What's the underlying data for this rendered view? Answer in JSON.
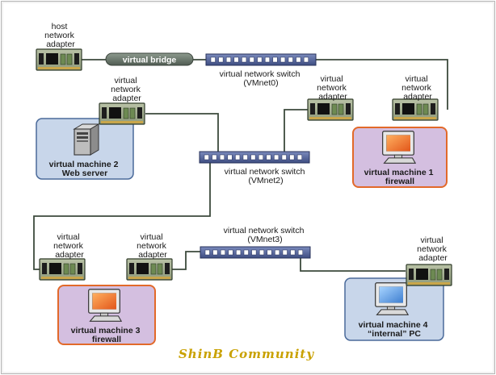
{
  "nodes": {
    "host_adapter": {
      "label": [
        "host",
        "network",
        "adapter"
      ]
    },
    "bridge": {
      "label": "virtual bridge"
    },
    "switch0": {
      "label": [
        "virtual network switch",
        "(VMnet0)"
      ]
    },
    "vm2_adapter": {
      "label": [
        "virtual",
        "network",
        "adapter"
      ]
    },
    "vm2": {
      "label": [
        "virtual machine 2",
        "Web server"
      ]
    },
    "vm1_adapter_a": {
      "label": [
        "virtual",
        "network",
        "adapter"
      ]
    },
    "vm1_adapter_b": {
      "label": [
        "virtual",
        "network",
        "adapter"
      ]
    },
    "vm1": {
      "label": [
        "virtual machine 1",
        "firewall"
      ]
    },
    "switch2": {
      "label": [
        "virtual network switch",
        "(VMnet2)"
      ]
    },
    "vm3_adapter_a": {
      "label": [
        "virtual",
        "network",
        "adapter"
      ]
    },
    "vm3_adapter_b": {
      "label": [
        "virtual",
        "network",
        "adapter"
      ]
    },
    "vm3": {
      "label": [
        "virtual machine 3",
        "firewall"
      ]
    },
    "switch3": {
      "label": [
        "virtual network switch",
        "(VMnet3)"
      ]
    },
    "vm4_adapter": {
      "label": [
        "virtual",
        "network",
        "adapter"
      ]
    },
    "vm4": {
      "label": [
        "virtual machine 4",
        "“internal” PC"
      ]
    }
  },
  "watermark": "ShinB Community",
  "colors": {
    "vm_web_fill": "#c8d6ea",
    "vm_firewall_fill": "#d4bfe0",
    "vm_border": "#e2692a",
    "vm_web_border": "#4a6a9a",
    "switch_fill": "#5d6fa3",
    "bridge_fill": "#6e7a70",
    "wire": "#3c4a3c"
  }
}
